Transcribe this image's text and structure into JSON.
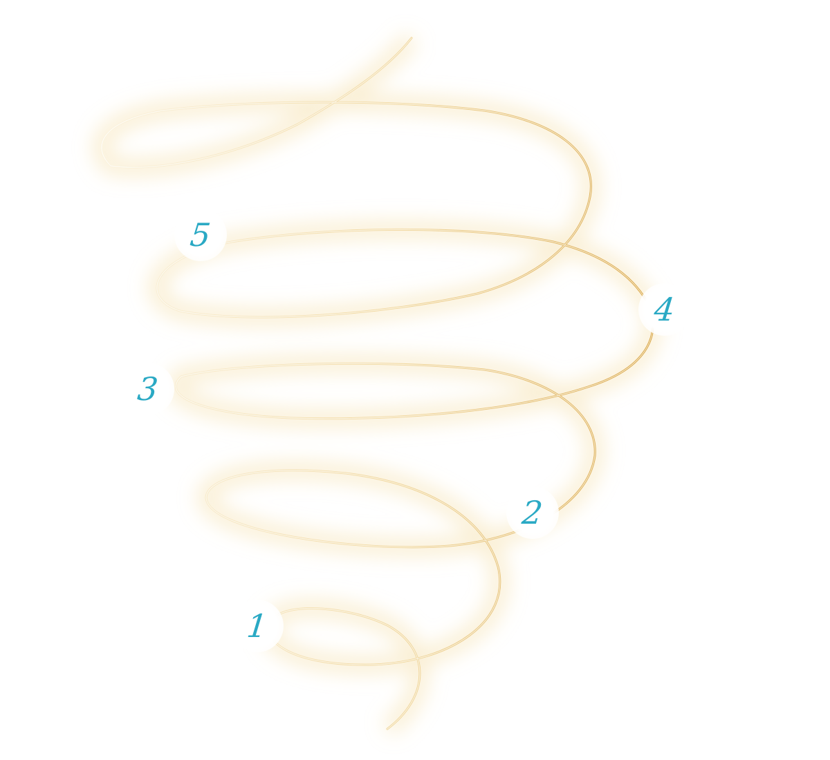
{
  "markers": {
    "m1": "1",
    "m2": "2",
    "m3": "3",
    "m4": "4",
    "m5": "5"
  },
  "colors": {
    "label": "#2aa9c4",
    "glow": "#f3d48a",
    "stroke_gold": "#d9a640",
    "stroke_light": "#f8edcf"
  }
}
